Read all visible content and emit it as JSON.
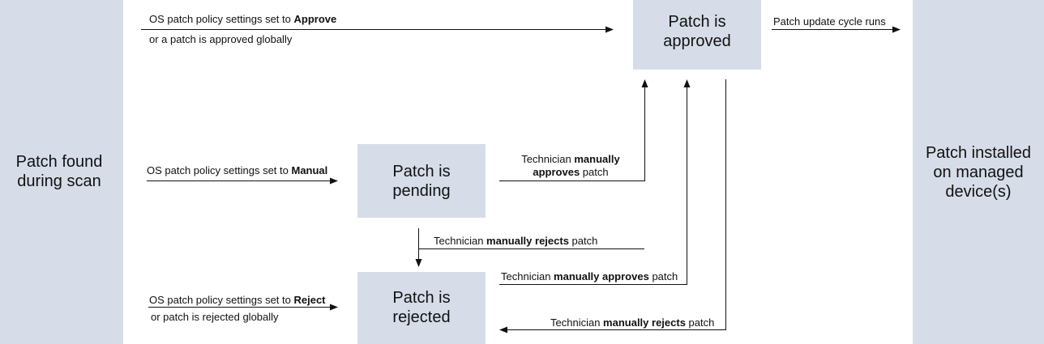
{
  "left_column": {
    "label_line1": "Patch found",
    "label_line2": "during scan"
  },
  "right_column": {
    "label_line1": "Patch installed",
    "label_line2": "on managed",
    "label_line3": "device(s)"
  },
  "states": {
    "approved": {
      "line1": "Patch is",
      "line2": "approved"
    },
    "pending": {
      "line1": "Patch is",
      "line2": "pending"
    },
    "rejected": {
      "line1": "Patch is",
      "line2": "rejected"
    }
  },
  "edges": {
    "approve_policy": {
      "prefix": "OS patch policy settings set to ",
      "emphasis": "Approve",
      "line2": "or a patch is approved globally"
    },
    "update_cycle": {
      "text": "Patch update cycle runs"
    },
    "manual_policy": {
      "prefix": "OS patch policy settings set to ",
      "emphasis": "Manual"
    },
    "pending_to_approved": {
      "prefix": "Technician ",
      "emphasis1": "manually",
      "emphasis2": "approves",
      "suffix": " patch"
    },
    "pending_to_rejected": {
      "prefix": "Technician ",
      "emphasis": "manually rejects",
      "suffix": " patch"
    },
    "rejected_to_approved": {
      "prefix": "Technician ",
      "emphasis": "manually approves",
      "suffix": " patch"
    },
    "reject_policy": {
      "prefix": "OS patch policy settings set to ",
      "emphasis": "Reject",
      "line2": "or patch is rejected globally"
    },
    "approved_to_rejected": {
      "prefix": "Technician ",
      "emphasis": "manually rejects",
      "suffix": " patch"
    }
  },
  "colors": {
    "panel": "#d7dde8",
    "line": "#111111",
    "background": "#ffffff"
  }
}
